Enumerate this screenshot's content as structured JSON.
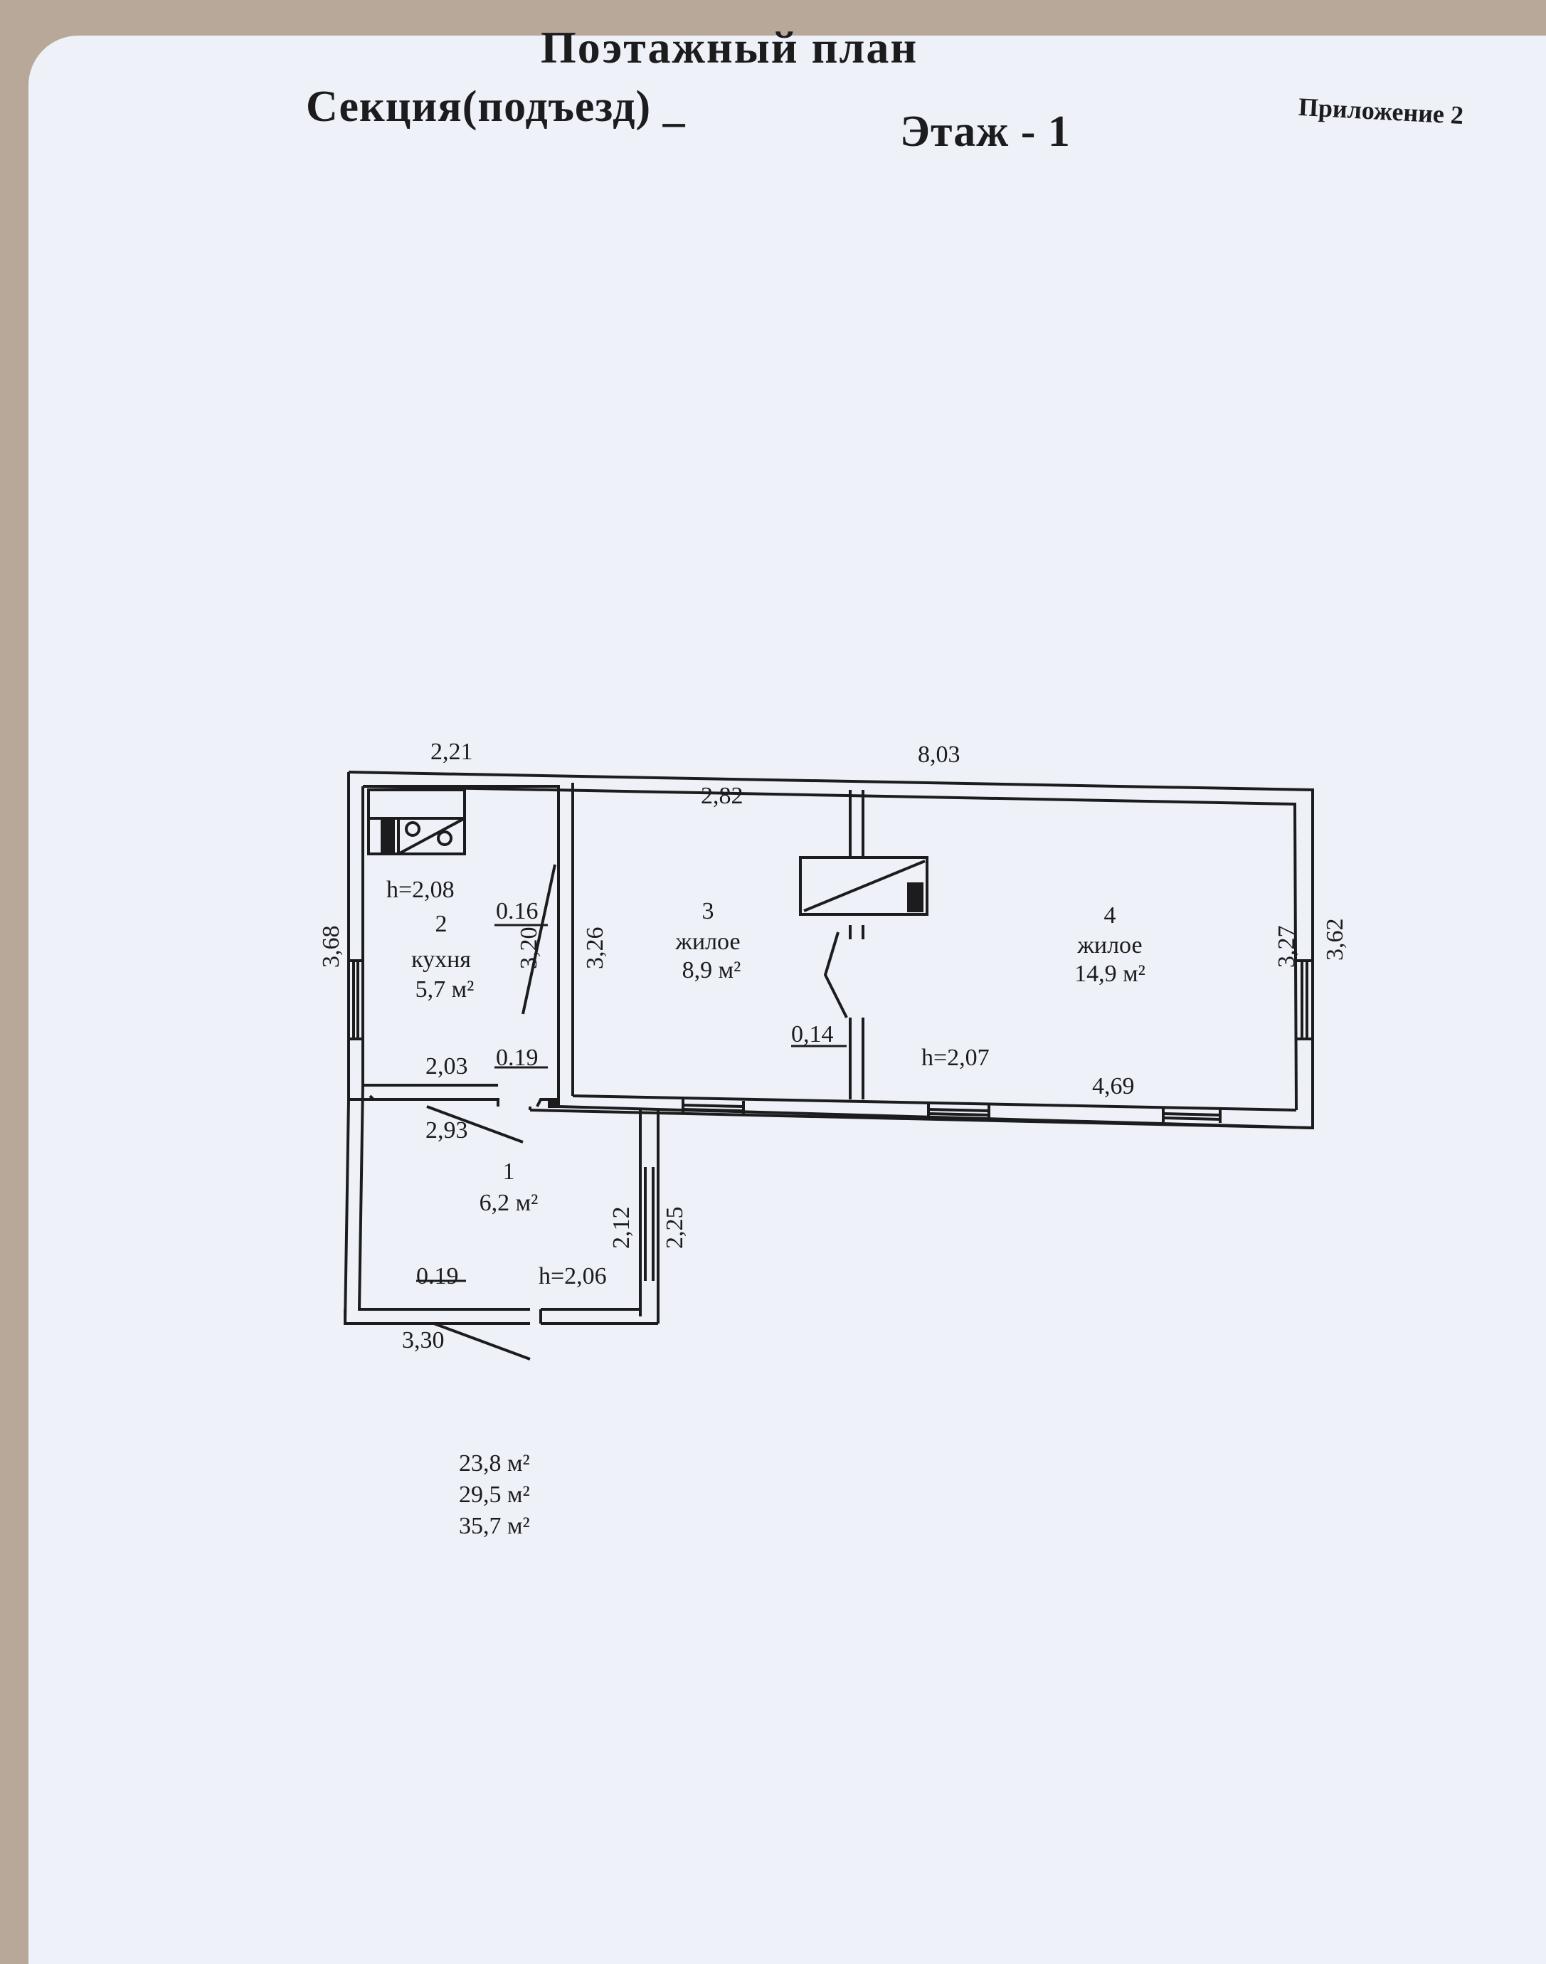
{
  "header": {
    "title": "Поэтажный план",
    "section_label": "Секция(подъезд) _",
    "floor_label": "Этаж  - 1",
    "appendix": "Приложение 2"
  },
  "rooms": [
    {
      "id": "room-1",
      "number": "1",
      "name": "",
      "area": "6,2 м²",
      "height": "h=2,06"
    },
    {
      "id": "room-2",
      "number": "2",
      "name": "кухня",
      "area": "5,7 м²",
      "height": "h=2,08"
    },
    {
      "id": "room-3",
      "number": "3",
      "name": "жилое",
      "area": "8,9 м²",
      "height": ""
    },
    {
      "id": "room-4",
      "number": "4",
      "name": "жилое",
      "area": "14,9 м²",
      "height": "h=2,07"
    }
  ],
  "dimensions": {
    "d_2_21": "2,21",
    "d_8_03": "8,03",
    "d_2_82": "2,82",
    "d_3_68": "3,68",
    "d_0_16": "0.16",
    "d_3_20": "3,20",
    "d_3_26": "3,26",
    "d_3_27": "3,27",
    "d_3_62": "3,62",
    "d_0_14": "0,14",
    "d_2_03": "2,03",
    "d_0_19_a": "0.19",
    "d_4_69": "4,69",
    "d_2_93": "2,93",
    "d_2_12": "2,12",
    "d_2_25": "2,25",
    "d_0_19_b": "0.19",
    "d_3_30": "3,30"
  },
  "totals": [
    "23,8 м²",
    "29,5 м²",
    "35,7 м²"
  ],
  "colors": {
    "paper": "#eef1f7",
    "ink": "#1c1c1e",
    "background": "#b8a89a"
  }
}
